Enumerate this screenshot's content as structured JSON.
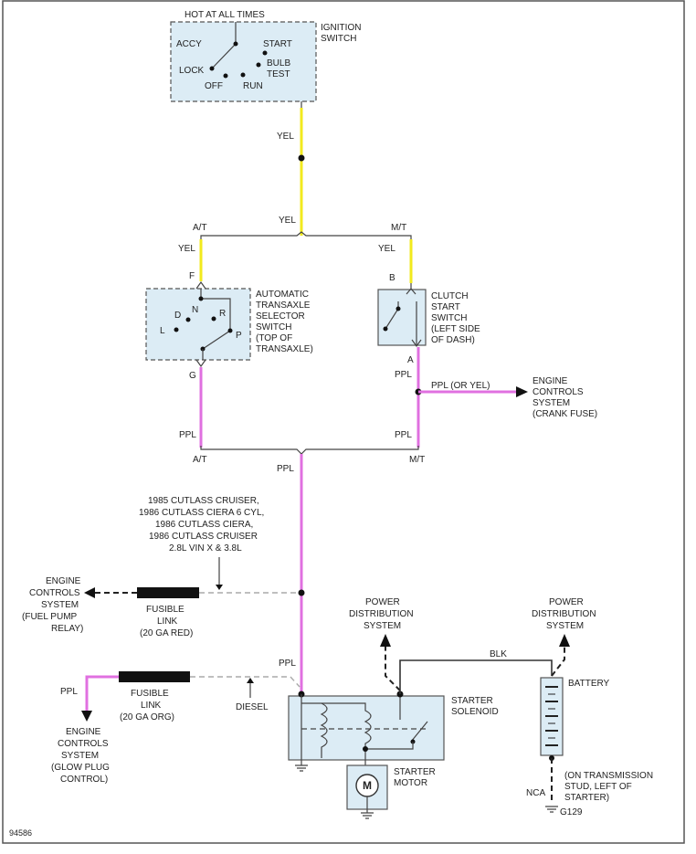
{
  "ignition": {
    "hot_label": "HOT AT ALL TIMES",
    "name_line1": "IGNITION",
    "name_line2": "SWITCH",
    "accy": "ACCY",
    "start": "START",
    "lock": "LOCK",
    "bulb": "BULB",
    "test": "TEST",
    "off": "OFF",
    "run": "RUN"
  },
  "wires": {
    "yel_top": "YEL",
    "yel_mid": "YEL",
    "at_top": "A/T",
    "mt_top": "M/T",
    "yel_left": "YEL",
    "yel_right": "YEL",
    "ppl_left": "PPL",
    "ppl_right_top": "PPL",
    "ppl_right_bottom": "PPL",
    "ppl_or_yel": "PPL (OR YEL)",
    "at_bottom": "A/T",
    "mt_bottom": "M/T",
    "ppl_main": "PPL",
    "ppl_lower": "PPL",
    "ppl_glow": "PPL",
    "blk": "BLK",
    "nca": "NCA"
  },
  "selector": {
    "pin_f": "F",
    "pin_g": "G",
    "n": "N",
    "d": "D",
    "r": "R",
    "l": "L",
    "p": "P",
    "label": [
      "AUTOMATIC",
      "TRANSAXLE",
      "SELECTOR",
      "SWITCH",
      "(TOP OF",
      "TRANSAXLE)"
    ]
  },
  "clutch": {
    "pin_b": "B",
    "pin_a": "A",
    "label": [
      "CLUTCH",
      "START",
      "SWITCH",
      "(LEFT SIDE",
      "OF DASH)"
    ]
  },
  "engine_crank": [
    "ENGINE",
    "CONTROLS",
    "SYSTEM",
    "(CRANK FUSE)"
  ],
  "models_note": [
    "1985 CUTLASS CRUISER,",
    "1986 CUTLASS CIERA 6 CYL,",
    "1986 CUTLASS CIERA,",
    "1986 CUTLASS CRUISER",
    "2.8L VIN X & 3.8L"
  ],
  "engine_fuel": [
    "ENGINE",
    "CONTROLS",
    "SYSTEM",
    "(FUEL PUMP",
    "RELAY)"
  ],
  "fusible_red": [
    "FUSIBLE",
    "LINK",
    "(20 GA RED)"
  ],
  "fusible_org": [
    "FUSIBLE",
    "LINK",
    "(20 GA ORG)"
  ],
  "engine_glow": [
    "ENGINE",
    "CONTROLS",
    "SYSTEM",
    "(GLOW PLUG",
    "CONTROL)"
  ],
  "diesel": "DIESEL",
  "power_dist_left": [
    "POWER",
    "DISTRIBUTION",
    "SYSTEM"
  ],
  "power_dist_right": [
    "POWER",
    "DISTRIBUTION",
    "SYSTEM"
  ],
  "battery": "BATTERY",
  "solenoid": [
    "STARTER",
    "SOLENOID"
  ],
  "motor": [
    "STARTER",
    "MOTOR"
  ],
  "motor_symbol": "M",
  "ground_note": [
    "(ON TRANSMISSION",
    "STUD, LEFT OF",
    "STARTER)"
  ],
  "ground_id": "G129",
  "figure_id": "94586",
  "colors": {
    "yellow_wire": "#f2ea1e",
    "purple_wire": "#e070e0",
    "component_fill": "#dcecf5"
  }
}
